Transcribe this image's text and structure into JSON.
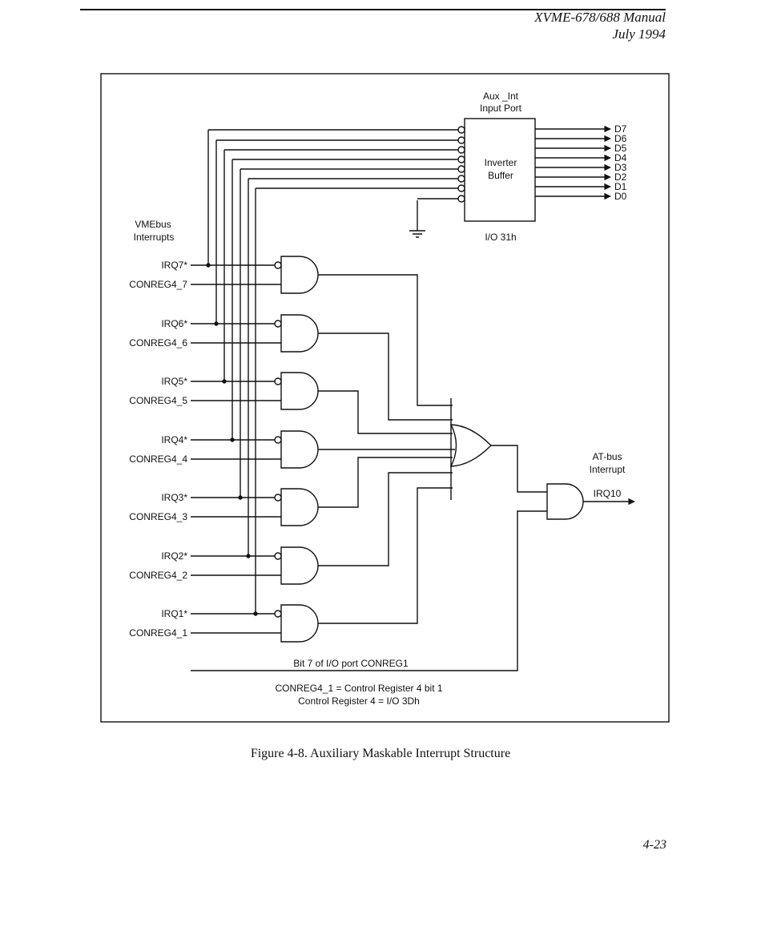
{
  "header": {
    "manual": "XVME-678/688 Manual",
    "date": "July 1994"
  },
  "figure": {
    "caption": "Figure 4-8. Auxiliary Maskable Interrupt Structure",
    "port": {
      "title_line1": "Aux _Int",
      "title_line2": "Input Port",
      "body_line1": "Inverter",
      "body_line2": "Buffer",
      "address": "I/O 31h"
    },
    "outputs": [
      "D7",
      "D6",
      "D5",
      "D4",
      "D3",
      "D2",
      "D1",
      "D0"
    ],
    "vmebus_line1": "VMEbus",
    "vmebus_line2": "Interrupts",
    "gates": [
      {
        "irq": "IRQ7*",
        "conreg": "CONREG4_7"
      },
      {
        "irq": "IRQ6*",
        "conreg": "CONREG4_6"
      },
      {
        "irq": "IRQ5*",
        "conreg": "CONREG4_5"
      },
      {
        "irq": "IRQ4*",
        "conreg": "CONREG4_4"
      },
      {
        "irq": "IRQ3*",
        "conreg": "CONREG4_3"
      },
      {
        "irq": "IRQ2*",
        "conreg": "CONREG4_2"
      },
      {
        "irq": "IRQ1*",
        "conreg": "CONREG4_1"
      }
    ],
    "atbus_line1": "AT-bus",
    "atbus_line2": "Interrupt",
    "irq10": "IRQ10",
    "bit7": "Bit 7 of I/O port CONREG1",
    "note_line1": "CONREG4_1 = Control Register 4 bit 1",
    "note_line2": "Control Register 4 = I/O 3Dh"
  },
  "page_number": "4-23"
}
